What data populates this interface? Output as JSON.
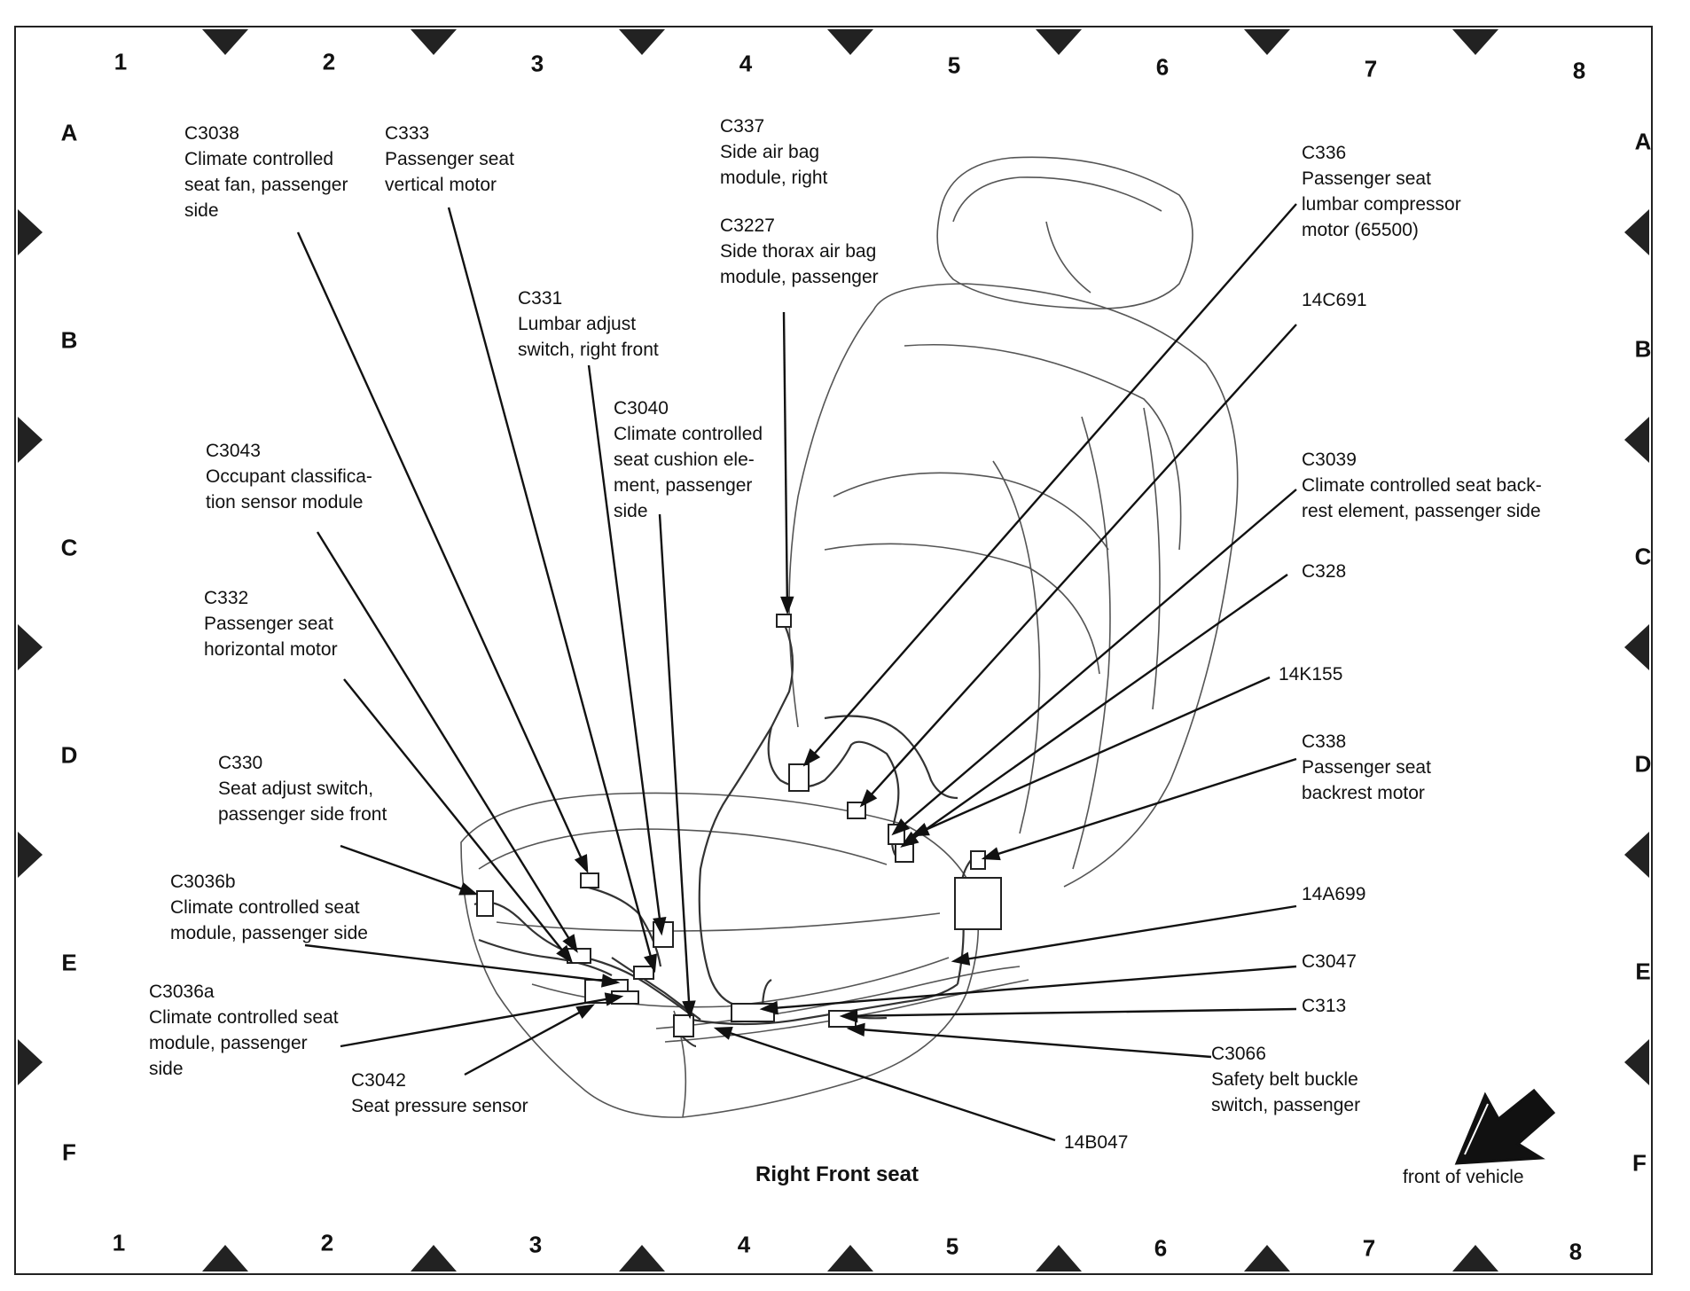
{
  "caption": "Right Front seat",
  "front_label": "front of vehicle",
  "grid": {
    "columns": [
      "1",
      "2",
      "3",
      "4",
      "5",
      "6",
      "7",
      "8"
    ],
    "rows": [
      "A",
      "B",
      "C",
      "D",
      "E",
      "F"
    ]
  },
  "callouts": [
    {
      "id": "c3038",
      "lines": [
        "C3038",
        "Climate controlled",
        "seat fan, passenger",
        "side"
      ]
    },
    {
      "id": "c333",
      "lines": [
        "C333",
        "Passenger seat",
        "vertical motor"
      ]
    },
    {
      "id": "c337",
      "lines": [
        "C337",
        "Side air bag",
        "module, right"
      ]
    },
    {
      "id": "c3227",
      "lines": [
        "C3227",
        "Side thorax air bag",
        "module, passenger"
      ]
    },
    {
      "id": "c336",
      "lines": [
        "C336",
        "Passenger seat",
        "lumbar compressor",
        "motor (65500)"
      ]
    },
    {
      "id": "c331",
      "lines": [
        "C331",
        "Lumbar adjust",
        "switch, right front"
      ]
    },
    {
      "id": "14c691",
      "lines": [
        "14C691"
      ]
    },
    {
      "id": "c3040",
      "lines": [
        "C3040",
        "Climate controlled",
        "seat cushion ele-",
        "ment, passenger",
        "side"
      ]
    },
    {
      "id": "c3043",
      "lines": [
        "C3043",
        "Occupant classifica-",
        "tion sensor module"
      ]
    },
    {
      "id": "c3039",
      "lines": [
        "C3039",
        "Climate controlled seat back-",
        "rest element, passenger side"
      ]
    },
    {
      "id": "c328",
      "lines": [
        "C328"
      ]
    },
    {
      "id": "c332",
      "lines": [
        "C332",
        "Passenger seat",
        "horizontal motor"
      ]
    },
    {
      "id": "14k155",
      "lines": [
        "14K155"
      ]
    },
    {
      "id": "c330",
      "lines": [
        "C330",
        "Seat adjust switch,",
        "passenger side front"
      ]
    },
    {
      "id": "c338",
      "lines": [
        "C338",
        "Passenger seat",
        "backrest motor"
      ]
    },
    {
      "id": "c3036b",
      "lines": [
        "C3036b",
        "Climate controlled seat",
        "module, passenger side"
      ]
    },
    {
      "id": "14a699",
      "lines": [
        "14A699"
      ]
    },
    {
      "id": "c3047",
      "lines": [
        "C3047"
      ]
    },
    {
      "id": "c3036a",
      "lines": [
        "C3036a",
        "Climate controlled seat",
        "module, passenger",
        "side"
      ]
    },
    {
      "id": "c313",
      "lines": [
        "C313"
      ]
    },
    {
      "id": "c3066",
      "lines": [
        "C3066",
        "Safety belt buckle",
        "switch, passenger"
      ]
    },
    {
      "id": "c3042",
      "lines": [
        "C3042",
        "Seat pressure sensor"
      ]
    },
    {
      "id": "14b047",
      "lines": [
        "14B047"
      ]
    }
  ]
}
